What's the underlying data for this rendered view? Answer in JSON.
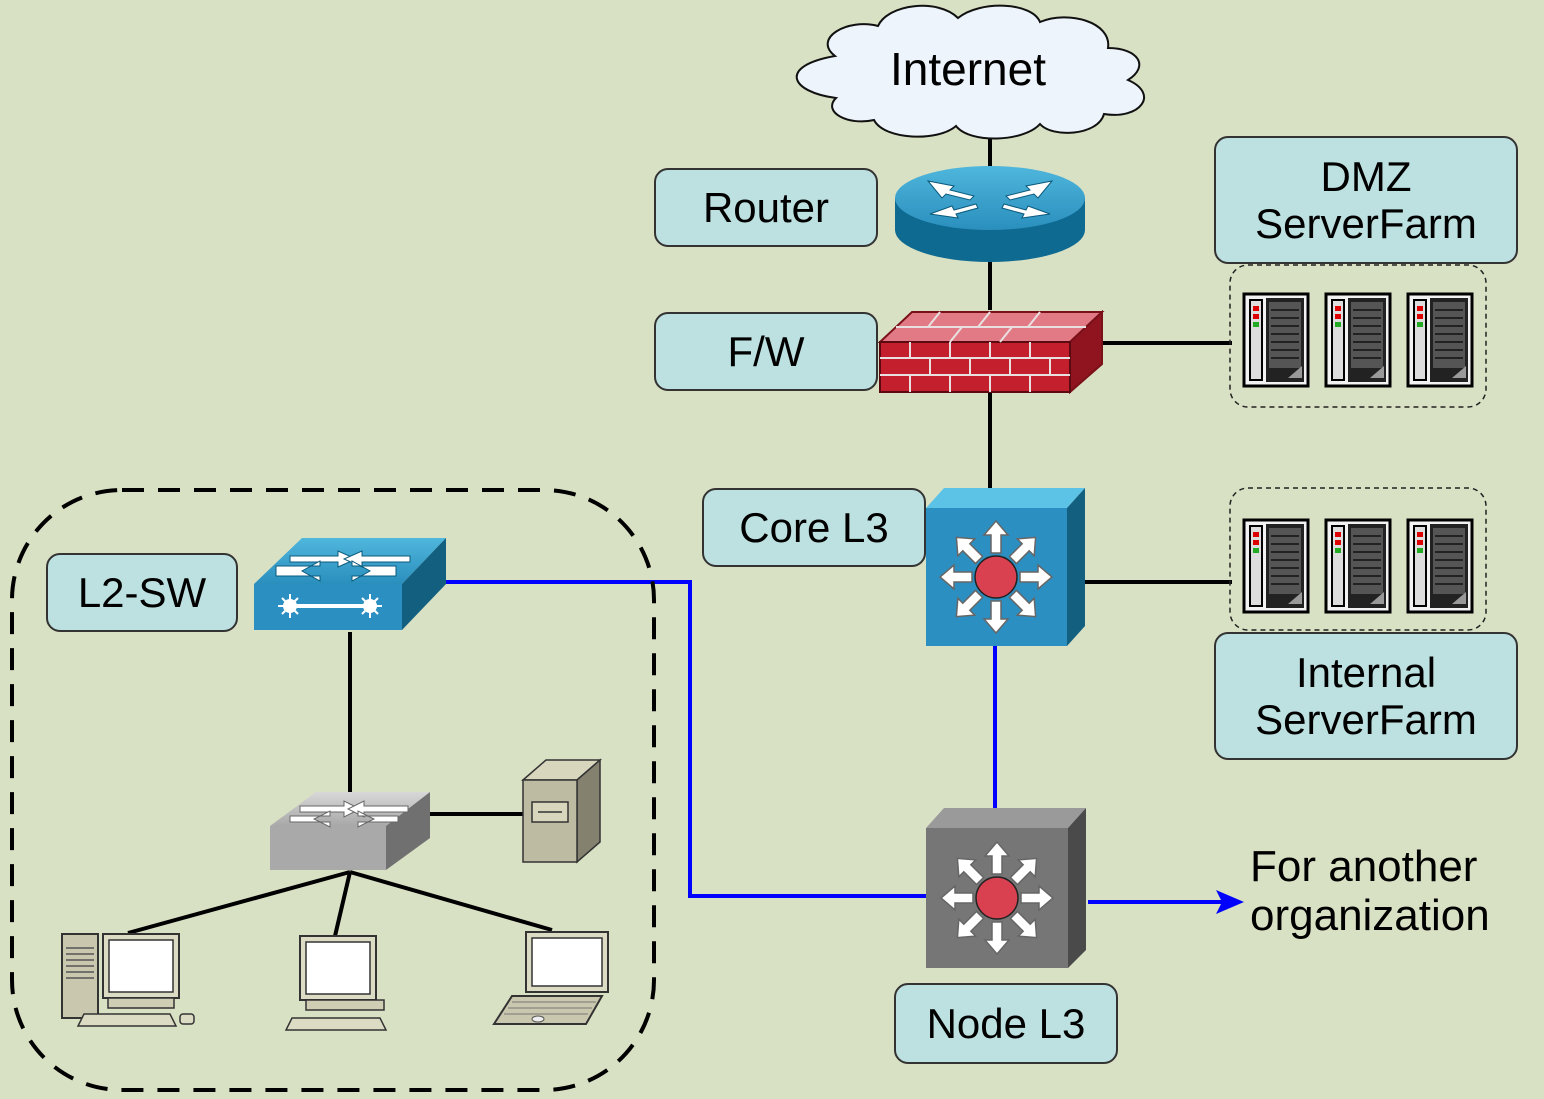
{
  "nodes": {
    "internet": "Internet",
    "router": "Router",
    "firewall": "F/W",
    "dmz_line1": "DMZ",
    "dmz_line2": "ServerFarm",
    "core": "Core L3",
    "internal_line1": "Internal",
    "internal_line2": "ServerFarm",
    "l2sw": "L2-SW",
    "node": "Node L3",
    "another_line1": "For another",
    "another_line2": "organization"
  },
  "colors": {
    "background": "#d9e1c4",
    "label_fill": "#bde0e0",
    "link_black": "#000000",
    "link_blue": "#0000ff"
  },
  "icons": [
    "cloud-icon",
    "router-icon",
    "firewall-icon",
    "server-rack-icon",
    "l3-switch-icon",
    "l2-switch-icon",
    "workgroup-switch-icon",
    "file-server-icon",
    "pc-icon",
    "laptop-icon"
  ]
}
